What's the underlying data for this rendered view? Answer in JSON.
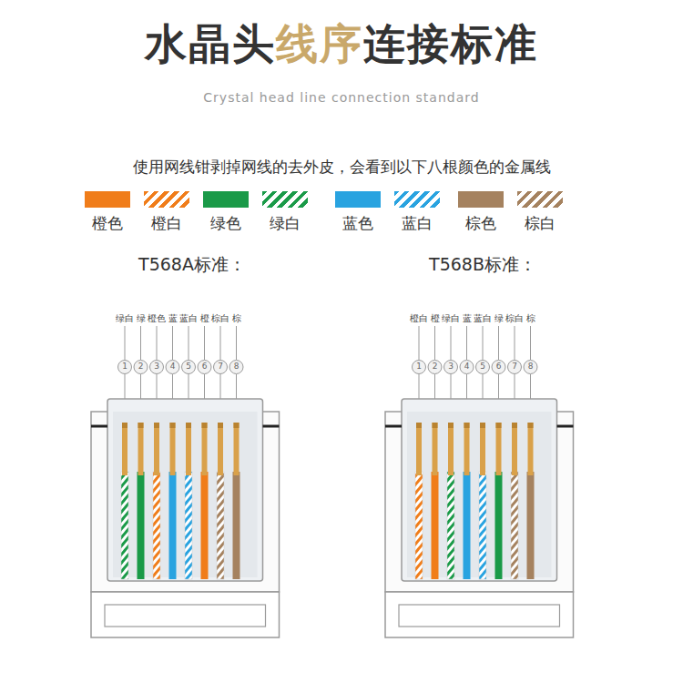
{
  "diagram": {
    "title": "水晶头线序连接标准",
    "labels": [
      "Crystal head line connection standard",
      "使用网线钳剥掉网线的去外皮，会看到以下八根颜色的金属线",
      "T568A标准：",
      "绿白",
      "绿",
      "橙色",
      "蓝",
      "蓝白",
      "橙",
      "棕白",
      "棕",
      "1",
      "2",
      "3",
      "4",
      "5",
      "6",
      "7",
      "8",
      "T568B标准：",
      "橙白",
      "橙",
      "绿白",
      "蓝",
      "蓝白",
      "绿",
      "棕白",
      "棕",
      "1",
      "2",
      "3",
      "4",
      "5",
      "6",
      "7",
      "8"
    ],
    "legend": [
      {
        "text": "橙色",
        "color": "#f07d1a"
      },
      {
        "text": "橙白"
      },
      {
        "text": "绿色",
        "color": "#1a9a48"
      },
      {
        "text": "绿白"
      },
      {
        "text": "蓝色",
        "color": "#29a3e0"
      },
      {
        "text": "蓝白"
      },
      {
        "text": "棕色",
        "color": "#a5825f"
      },
      {
        "text": "棕白"
      }
    ]
  }
}
